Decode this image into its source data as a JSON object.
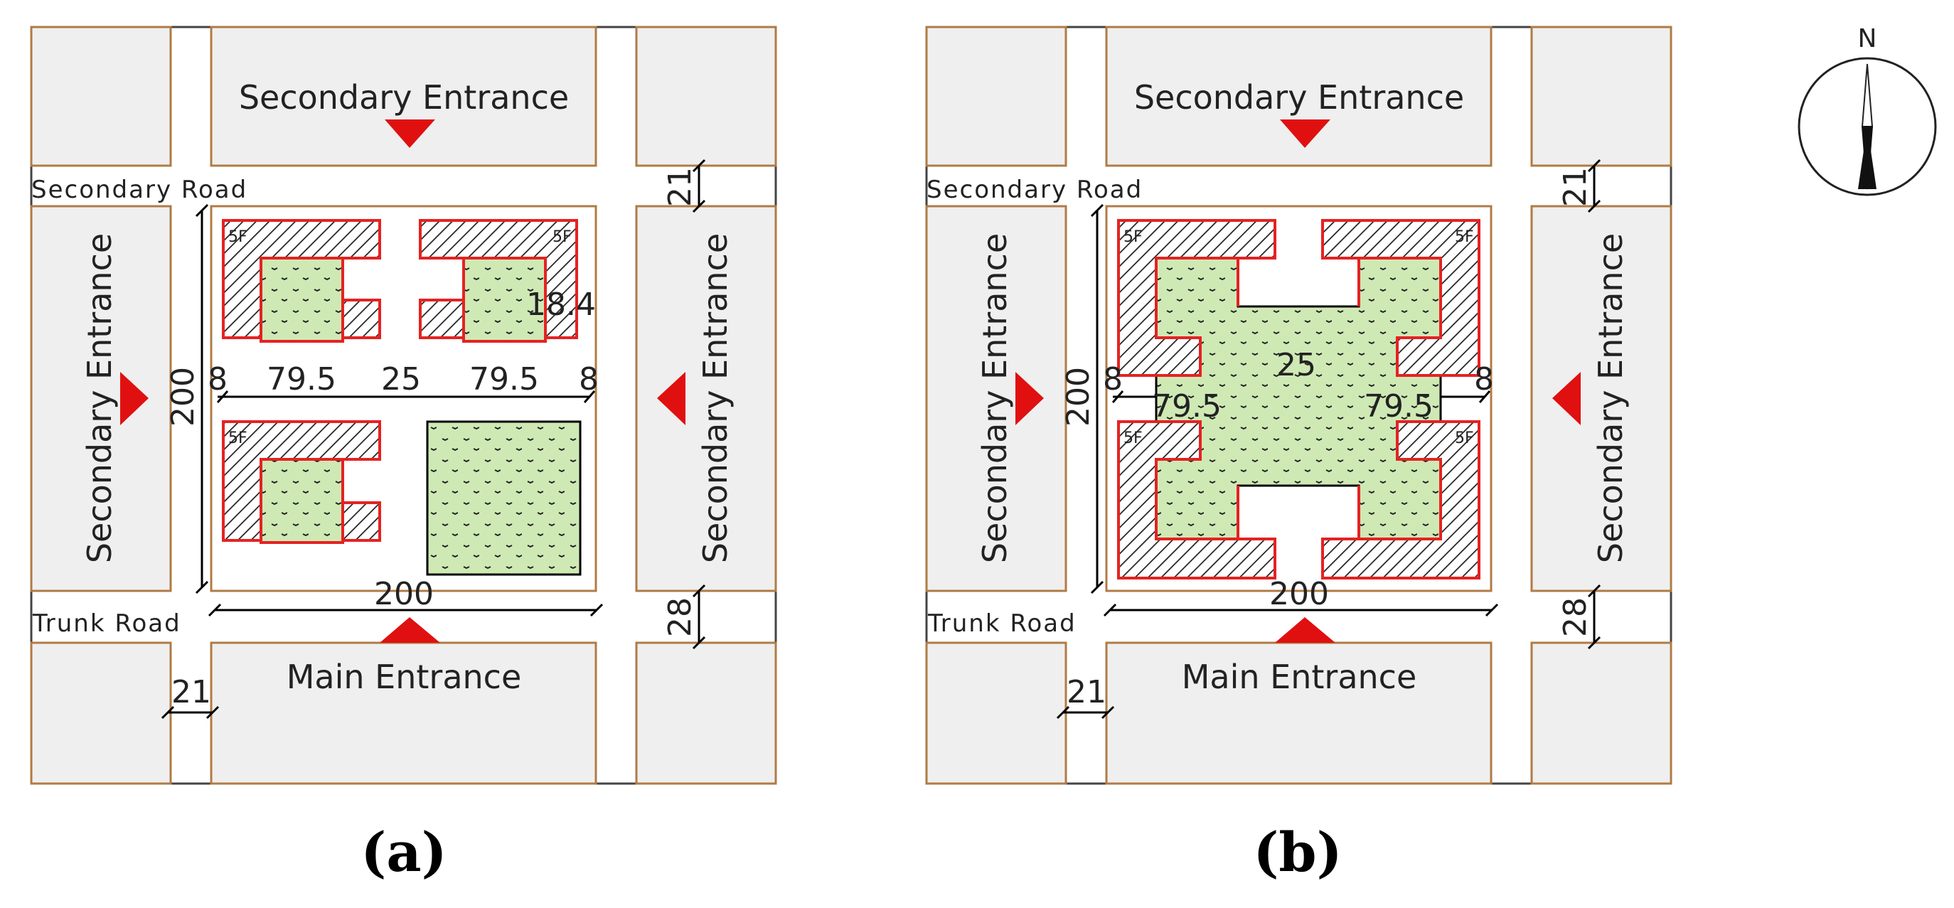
{
  "panels": [
    {
      "letter_open": "(",
      "letter": "a",
      "letter_close": ")",
      "road_top": "Secondary Road",
      "road_bottom": "Trunk Road",
      "entrance_top": "Secondary Entrance",
      "entrance_left": "Secondary Entrance",
      "entrance_right": "Secondary Entrance",
      "entrance_bottom": "Main Entrance",
      "floors": "5F",
      "dims": {
        "height": "200",
        "width": "200",
        "gap_left": "8",
        "bldg_left": "79.5",
        "courtyard": "25",
        "bldg_right": "79.5",
        "gap_right": "8",
        "notch": "18.4",
        "road_top_w": "21",
        "road_bottom_w": "28",
        "road_side_w": "21"
      }
    },
    {
      "letter_open": "(",
      "letter": "b",
      "letter_close": ")",
      "road_top": "Secondary Road",
      "road_bottom": "Trunk Road",
      "entrance_top": "Secondary Entrance",
      "entrance_left": "Secondary Entrance",
      "entrance_right": "Secondary Entrance",
      "entrance_bottom": "Main Entrance",
      "floors": "5F",
      "dims": {
        "height": "200",
        "width": "200",
        "gap_left": "8",
        "bldg_left": "79.5",
        "courtyard": "25",
        "bldg_right": "79.5",
        "gap_right": "8",
        "road_top_w": "21",
        "road_bottom_w": "28",
        "road_side_w": "21"
      }
    }
  ],
  "compass": {
    "label": "N"
  },
  "colors": {
    "block_fill": "#efefef",
    "block_edge": "#b07b45",
    "building_edge": "#e52222",
    "green_space": "#cfe9b5",
    "entrance_marker": "#e01010"
  }
}
